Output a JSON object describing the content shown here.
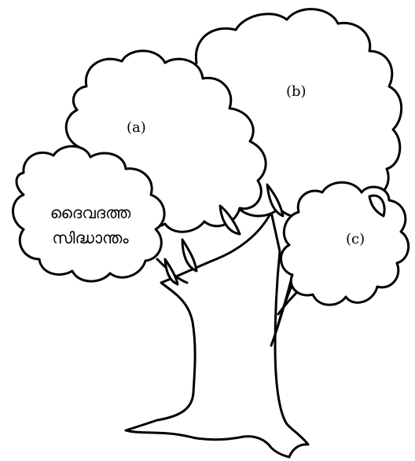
{
  "labels": {
    "a": "(a)",
    "b": "(b)",
    "c": "(c)"
  },
  "root_text": {
    "line1": "ദൈവദത്ത",
    "line2": "സിദ്ധാന്തം"
  },
  "colors": {
    "ink": "#000000",
    "background": "#ffffff"
  }
}
